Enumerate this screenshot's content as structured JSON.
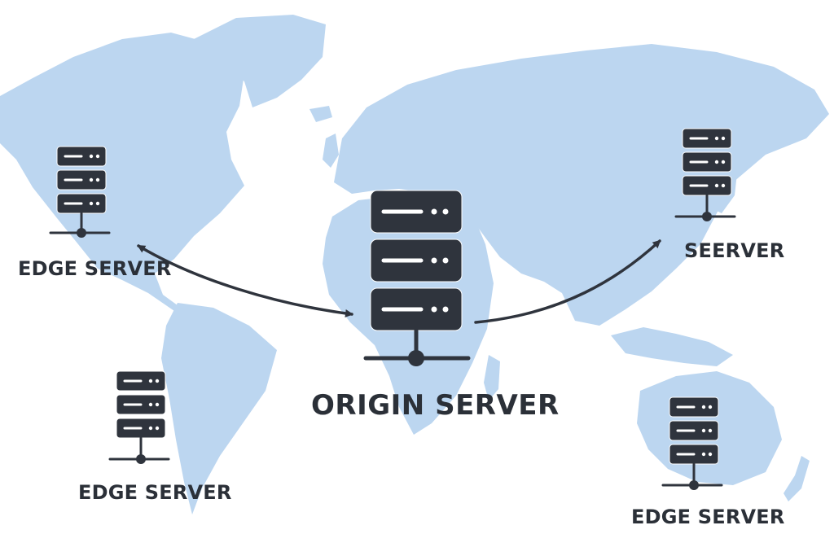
{
  "colors": {
    "land": "#bcd6f0",
    "background": "#ffffff",
    "server": "#2f343d",
    "server_line": "#ffffff"
  },
  "nodes": {
    "origin": {
      "label": "ORIGIN SERVER",
      "icon": "server-rack-icon"
    },
    "edge_north_america": {
      "label": "EDGE SERVER",
      "icon": "server-rack-icon"
    },
    "edge_south_america": {
      "label": "EDGE SERVER",
      "icon": "server-rack-icon"
    },
    "edge_asia": {
      "label": "SEERVER",
      "icon": "server-rack-icon"
    },
    "edge_australia": {
      "label": "EDGE SERVER",
      "icon": "server-rack-icon"
    }
  },
  "connections": [
    {
      "from": "origin",
      "to": "edge_north_america",
      "bidirectional": true
    },
    {
      "from": "origin",
      "to": "edge_asia",
      "bidirectional": false
    }
  ]
}
